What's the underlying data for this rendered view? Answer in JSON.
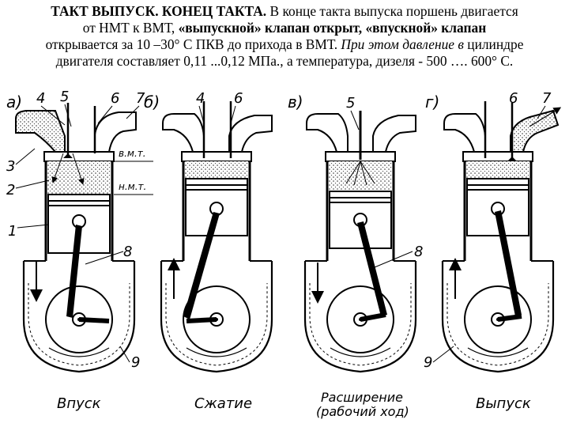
{
  "text": {
    "l1_bold": "ТАКТ ВЫПУСК. КОНЕЦ ТАКТА.",
    "l1_rest": " В конце такта выпуска поршень двигается",
    "l2_a": "от НМТ к ВМТ, ",
    "l2_b": "«выпускной»  клапан открыт, «впускной» клапан",
    "l3_a": "открывается за 10 –30° С ПКВ до прихода в ВМТ. ",
    "l3_b": "При этом давление в",
    "l3_c": " цилиндре",
    "l4": "двигателя составляет 0,11 ...0,12 МПа., а температура, дизеля - 500 …. 600° С."
  },
  "panels": [
    {
      "letter": "а)",
      "caption": "Впуск"
    },
    {
      "letter": "б)",
      "caption": "Сжатие"
    },
    {
      "letter": "в)",
      "caption": "Расширение",
      "caption2": "(рабочий ход)"
    },
    {
      "letter": "г)",
      "caption": "Выпуск"
    }
  ],
  "labels": {
    "n1": "1",
    "n2": "2",
    "n3": "3",
    "n4": "4",
    "n5": "5",
    "n6": "6",
    "n7": "7",
    "n8": "8",
    "n9": "9",
    "vmt": "в.м.т.",
    "nmt": "н.м.т."
  }
}
